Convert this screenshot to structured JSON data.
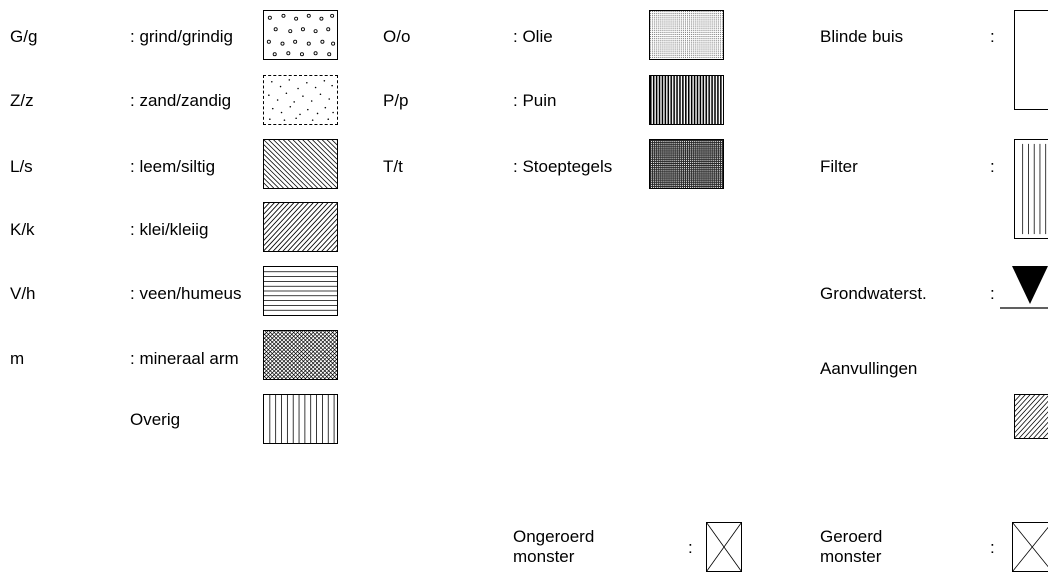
{
  "legend": {
    "soil": [
      {
        "code": "G/g",
        "desc": ": grind/grindig",
        "pattern": "gravel"
      },
      {
        "code": "Z/z",
        "desc": ": zand/zandig",
        "pattern": "sand"
      },
      {
        "code": "L/s",
        "desc": ": leem/siltig",
        "pattern": "diag-back"
      },
      {
        "code": "K/k",
        "desc": ": klei/kleiig",
        "pattern": "diag-fwd"
      },
      {
        "code": "V/h",
        "desc": ": veen/humeus",
        "pattern": "horizontal"
      },
      {
        "code": "m",
        "desc": ": mineraal arm",
        "pattern": "crosshatch"
      },
      {
        "code": "",
        "desc": "Overig",
        "pattern": "vertical"
      }
    ],
    "additives": [
      {
        "code": "O/o",
        "desc": ": Olie",
        "pattern": "fine-dots"
      },
      {
        "code": "P/p",
        "desc": ": Puin",
        "pattern": "dense-vertical"
      },
      {
        "code": "T/t",
        "desc": ": Stoeptegels",
        "pattern": "dense-grid"
      }
    ],
    "well": {
      "blinde_buis": {
        "label": "Blinde buis",
        "sep": ":"
      },
      "filter": {
        "label": "Filter",
        "sep": ":"
      },
      "grondwater": {
        "label": "Grondwaterst.",
        "sep": ":"
      },
      "aanvullingen": {
        "label": "Aanvullingen"
      }
    },
    "samples": {
      "ongeroerd": {
        "line1": "Ongeroerd",
        "line2": "monster",
        "sep": ":"
      },
      "geroerd": {
        "line1": "Geroerd",
        "line2": "monster",
        "sep": ":"
      }
    }
  }
}
